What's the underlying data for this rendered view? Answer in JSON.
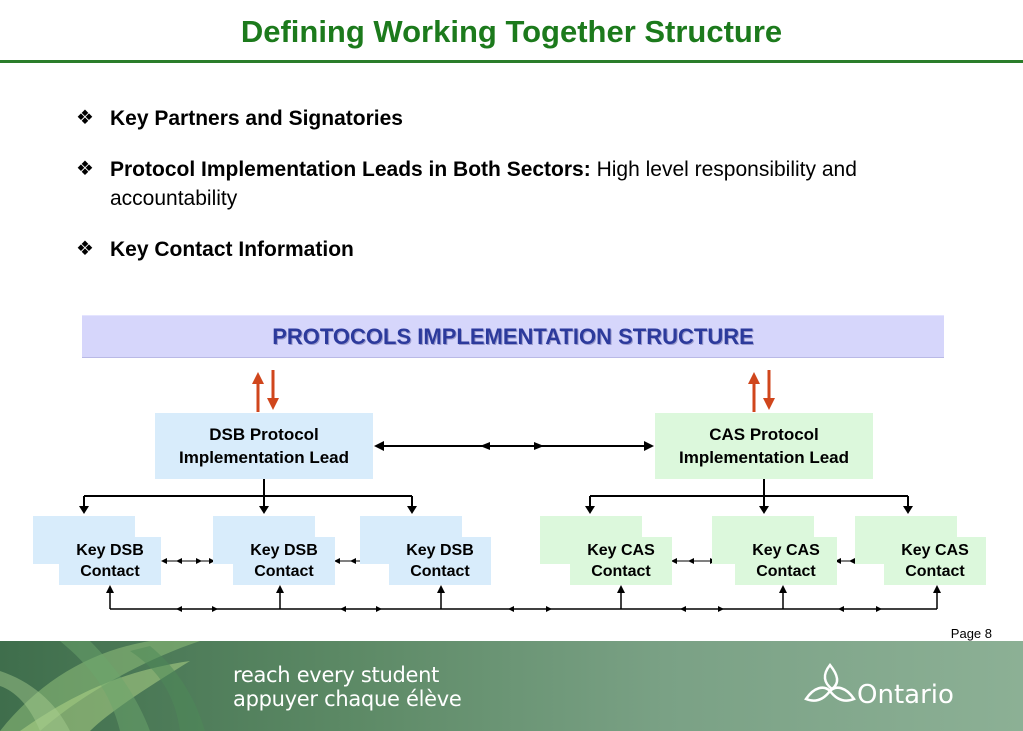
{
  "title": "Defining Working Together Structure",
  "bullets": [
    {
      "bold": "Key Partners and Signatories",
      "text": ""
    },
    {
      "bold": "Protocol Implementation Leads in Both Sectors:",
      "text": " High level responsibility and accountability"
    },
    {
      "bold": "Key Contact Information",
      "text": ""
    }
  ],
  "bullet_marker": "❖",
  "diagram": {
    "banner": "PROTOCOLS IMPLEMENTATION STRUCTURE",
    "dsb_lead": {
      "line1": "DSB Protocol",
      "line2": "Implementation Lead"
    },
    "cas_lead": {
      "line1": "CAS Protocol",
      "line2": "Implementation Lead"
    },
    "contacts": [
      {
        "line1": "Key DSB",
        "line2": "Contact",
        "sector": "DSB"
      },
      {
        "line1": "Key DSB",
        "line2": "Contact",
        "sector": "DSB"
      },
      {
        "line1": "Key DSB",
        "line2": "Contact",
        "sector": "DSB"
      },
      {
        "line1": "Key CAS",
        "line2": "Contact",
        "sector": "CAS"
      },
      {
        "line1": "Key CAS",
        "line2": "Contact",
        "sector": "CAS"
      },
      {
        "line1": "Key CAS",
        "line2": "Contact",
        "sector": "CAS"
      }
    ],
    "colors": {
      "dsb": "#d8ecfb",
      "cas": "#dcf8dc",
      "banner": "#d6d6fb",
      "arrow_orange": "#d0461c"
    }
  },
  "page_number": "Page 8",
  "footer": {
    "tagline_en": "reach every student",
    "tagline_fr": "appuyer chaque élève",
    "logo_text": "Ontario",
    "logo_icon": "trillium-icon"
  },
  "colors": {
    "title": "#1c7a1c",
    "rule": "#2a7d2a",
    "footer": "#5d8a66"
  }
}
